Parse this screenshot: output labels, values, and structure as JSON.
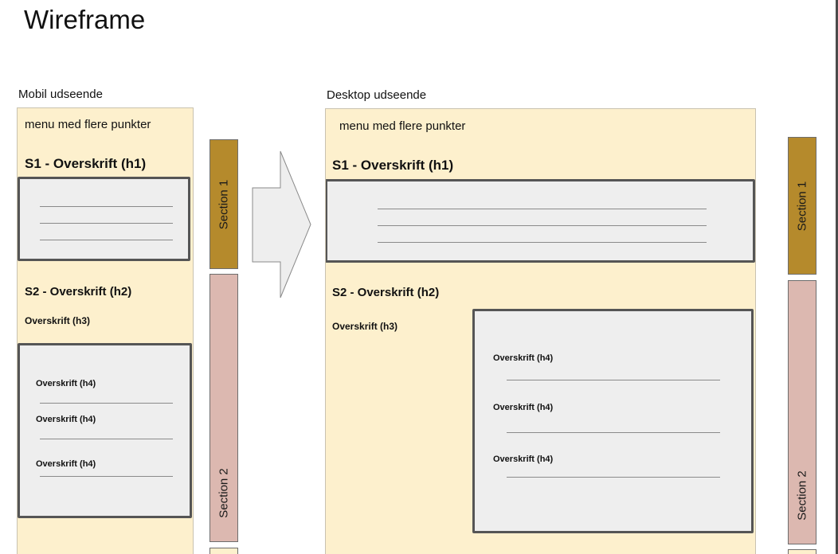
{
  "title": "Wireframe",
  "mobile": {
    "label": "Mobil udseende",
    "menu": "menu med flere punkter",
    "h1": "S1 - Overskrift (h1)",
    "h2": "S2 - Overskrift (h2)",
    "h3": "Overskrift (h3)",
    "h4_items": [
      "Overskrift (h4)",
      "Overskrift (h4)",
      "Overskrift (h4)"
    ]
  },
  "desktop": {
    "label": "Desktop udseende",
    "menu": "menu med flere punkter",
    "h1": "S1 - Overskrift (h1)",
    "h2": "S2 - Overskrift (h2)",
    "h3": "Overskrift (h3)",
    "h4_items": [
      "Overskrift (h4)",
      "Overskrift (h4)",
      "Overskrift (h4)"
    ]
  },
  "sections": {
    "section1": "Section 1",
    "section2": "Section 2"
  },
  "colors": {
    "frame_bg": "#fdf0cd",
    "section1": "#b58a2c",
    "section2": "#dcb8b0",
    "box_bg": "#eeeeee",
    "box_border": "#555555",
    "arrow_fill": "#eeeeee"
  }
}
